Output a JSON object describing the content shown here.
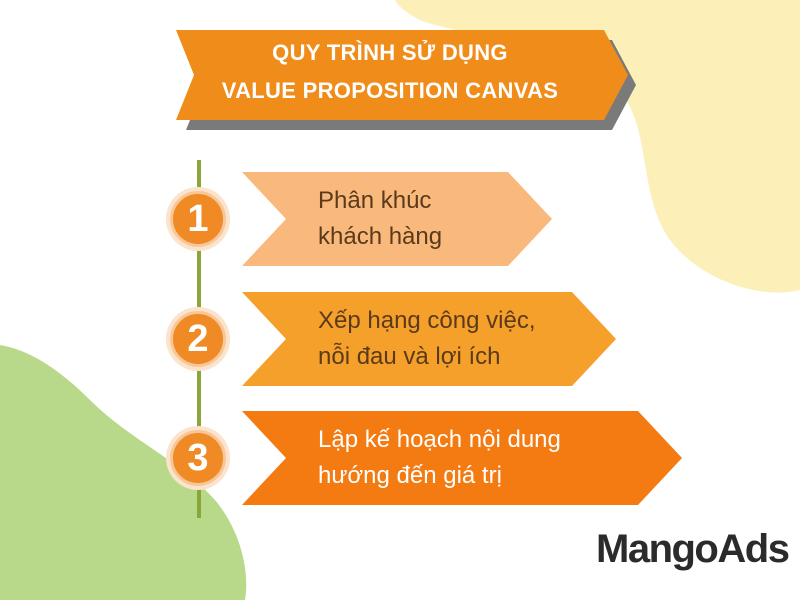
{
  "title": {
    "line1": "QUY TRÌNH SỬ DỤNG",
    "line2": "VALUE PROPOSITION CANVAS"
  },
  "steps": [
    {
      "number": "1",
      "line1": "Phân khúc",
      "line2": "khách hàng",
      "color": "#f9b97c",
      "text_color": "#5a3a1a"
    },
    {
      "number": "2",
      "line1": "Xếp hạng công việc,",
      "line2": "nỗi đau và lợi ích",
      "color": "#f5a02a",
      "text_color": "#5a3a1a"
    },
    {
      "number": "3",
      "line1": "Lập kế hoạch nội dung",
      "line2": "hướng đến giá trị",
      "color": "#f47a12",
      "text_color": "#ffffff"
    }
  ],
  "logo": {
    "text": "MangoAds"
  },
  "colors": {
    "banner": "#f08c1a",
    "banner_shadow": "#7a7a7a",
    "circle": "#f08a24",
    "timeline": "#8aa63a",
    "bg_yellow": "#fcefb8",
    "bg_green": "#b9d98a"
  }
}
